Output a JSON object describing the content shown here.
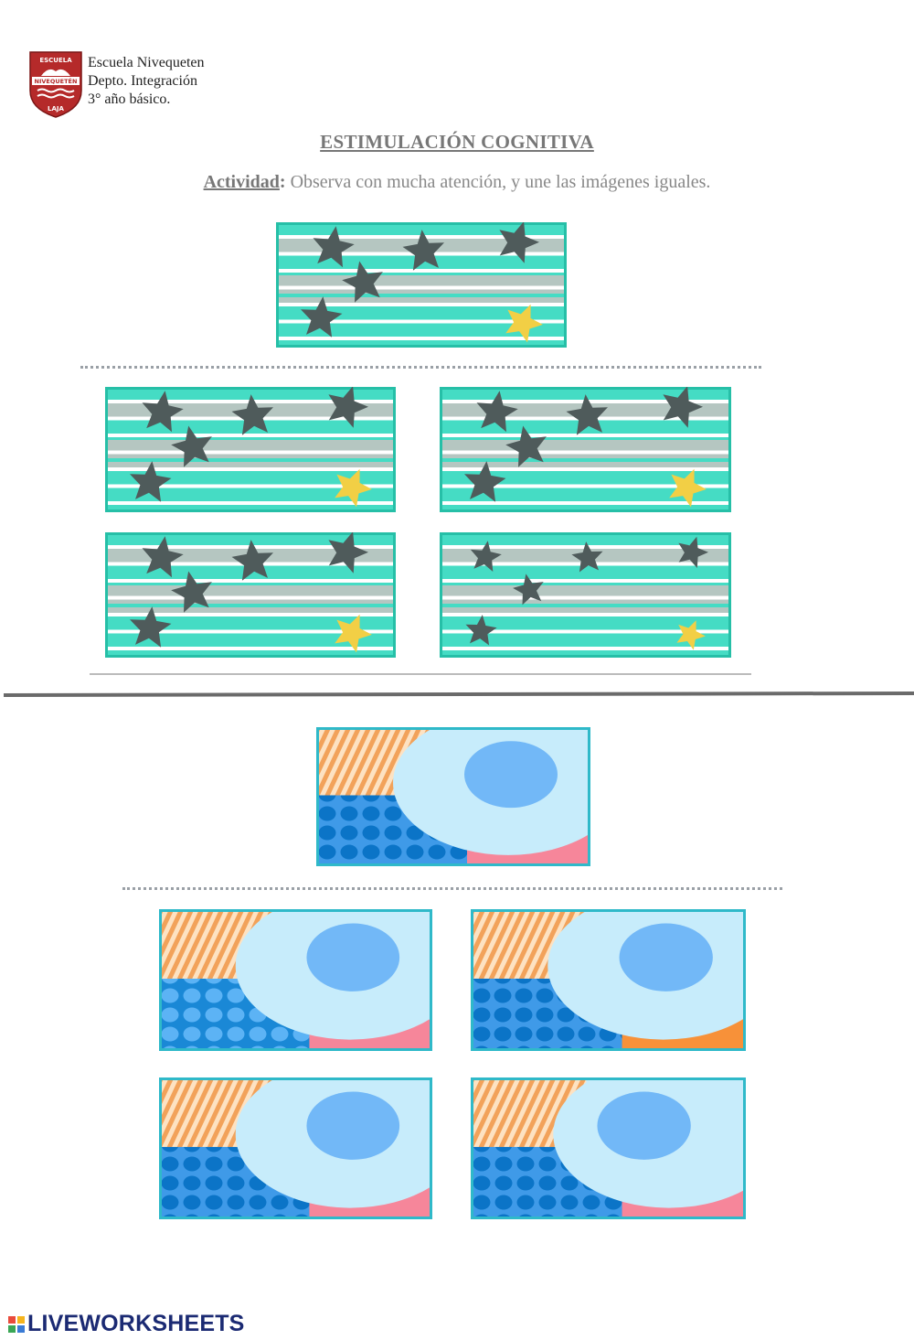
{
  "header": {
    "school_name": "Escuela Nivequeten",
    "department": "Depto. Integración",
    "grade": "3° año básico."
  },
  "logo": {
    "top_text": "ESCUELA",
    "band_text": "NIVEQUETÉN",
    "bottom_text": "LAJA",
    "color": "#b52a2a"
  },
  "title": "ESTIMULACIÓN COGNITIVA",
  "instruction": {
    "label": "Actividad",
    "colon": ":",
    "text": " Observa con mucha atención, y une las imágenes iguales."
  },
  "exercise_1": {
    "name": "stars-stripes",
    "colors": {
      "teal": "#45dcc4",
      "gray_band": "#b5c6c1",
      "star_dark": "#4f5b5b",
      "star_yellow": "#f2cf45"
    },
    "reference": "model",
    "options": [
      "option-a",
      "option-b",
      "option-c",
      "option-d"
    ]
  },
  "exercise_2": {
    "name": "circles-patterns",
    "colors": {
      "light_blue": "#c7ecfb",
      "blue_circle": "#72b8f7",
      "dots_bg": "#3f9ae8",
      "dots": "#0b74c7",
      "pink": "#f6869a",
      "orange": "#f79139",
      "stripes": "#f2a25a"
    },
    "reference": "model",
    "options": [
      "option-a",
      "option-b",
      "option-c",
      "option-d"
    ]
  },
  "footer": {
    "brand": "LIVEWORKSHEETS"
  }
}
